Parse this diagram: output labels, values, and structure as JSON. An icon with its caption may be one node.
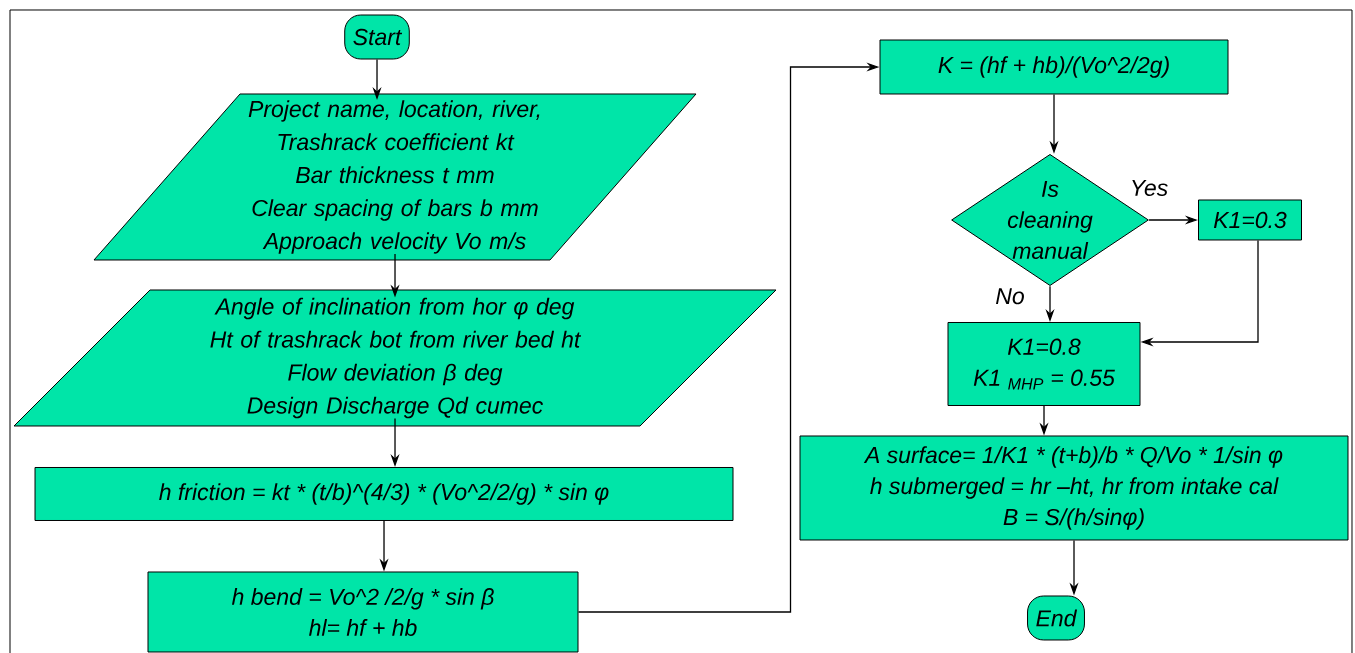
{
  "diagram": {
    "nodes": [
      {
        "text": [
          "Start"
        ]
      },
      {
        "text": [
          "Project name, location, river, Trashrack coefficient  kt",
          "Bar thickness t mm",
          "Clear spacing of bars b mm",
          "Approach velocity Vo m/s"
        ]
      },
      {
        "text": [
          "Angle of inclination from hor φ deg",
          "Ht of trashrack bot from river bed ht",
          "Flow deviation β deg",
          "Design Discharge Qd cumec"
        ]
      },
      {
        "text": [
          "h friction = kt * (t/b)^(4/3) * (Vo^2/2/g) * sin φ"
        ]
      },
      {
        "text": [
          "h bend = Vo^2 /2/g * sin β",
          "hl= hf + hb"
        ]
      },
      {
        "text": [
          "K = (hf + hb)/(Vo^2/2g)"
        ]
      },
      {
        "text": [
          "Is cleaning manual"
        ]
      },
      {
        "text": [
          "K1=0.3"
        ]
      },
      {
        "text": [
          "K1=0.8",
          "K1 $_{MHP}$ = 0.55"
        ]
      },
      {
        "text": [
          "A surface= 1/K1 * (t+b)/b * Q/Vo * 1/sin φ",
          "h submerged = hr –ht, hr from intake cal",
          "B = S/(h/sinφ)"
        ]
      },
      {
        "text": [
          "End"
        ]
      }
    ],
    "edges": [
      {
        "from": 0,
        "to": 1,
        "arrow": "to"
      },
      {
        "from": 1,
        "to": 2,
        "arrow": "to"
      },
      {
        "from": 2,
        "to": 3,
        "arrow": "to"
      },
      {
        "from": 3,
        "to": 4,
        "arrow": "to"
      },
      {
        "from": 4,
        "to": 5,
        "arrow": "to"
      },
      {
        "from": 5,
        "to": 6,
        "arrow": "to"
      },
      {
        "from": 6,
        "to": 7,
        "arrow": "to",
        "label": "Yes"
      },
      {
        "from": 6,
        "to": 8,
        "arrow": "to",
        "label": "No"
      },
      {
        "from": 7,
        "to": 8,
        "arrow": "to"
      },
      {
        "from": 8,
        "to": 9,
        "arrow": "to"
      },
      {
        "from": 9,
        "to": 10,
        "arrow": "to"
      }
    ]
  }
}
